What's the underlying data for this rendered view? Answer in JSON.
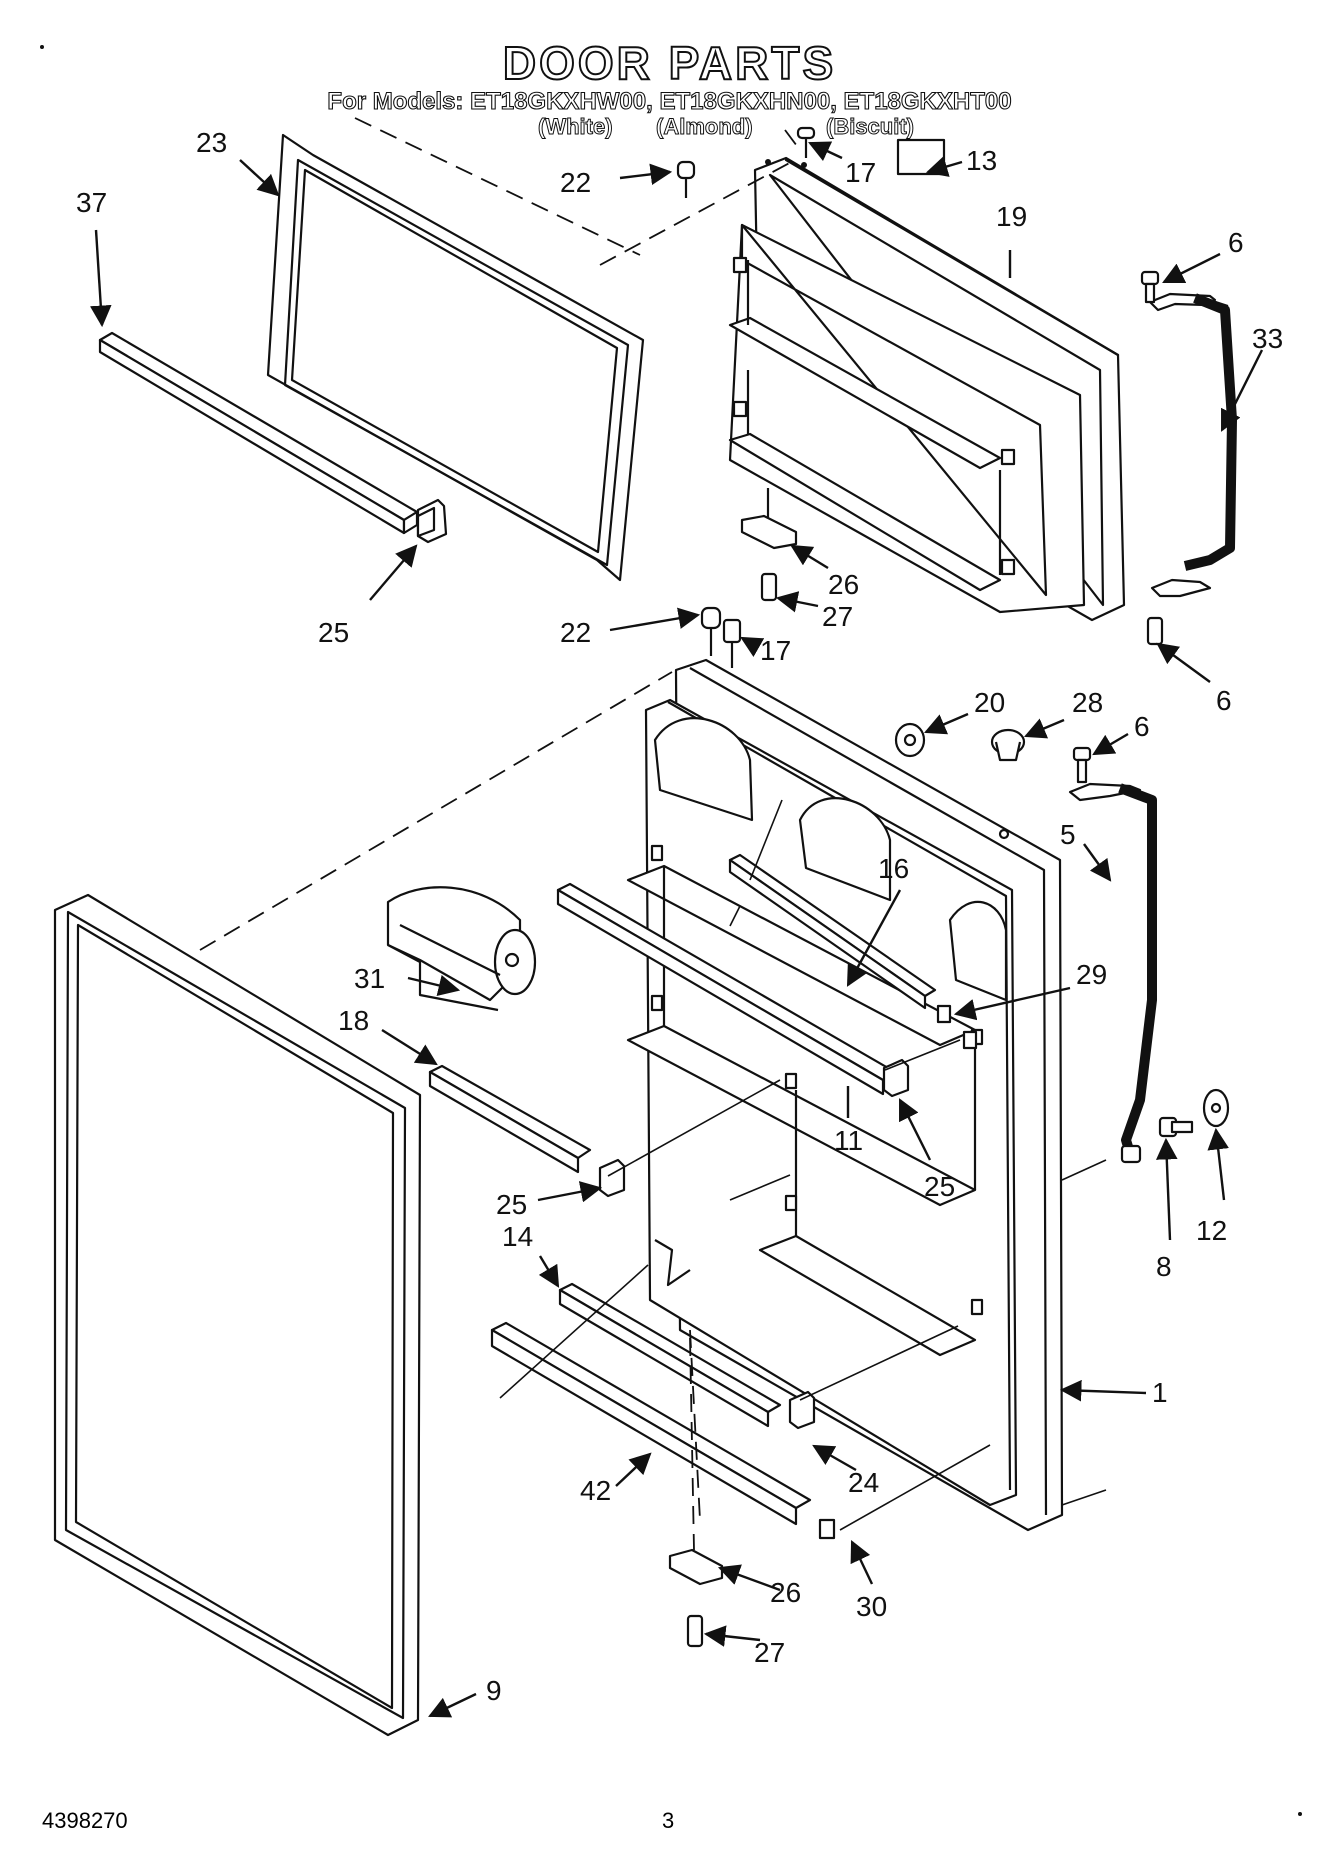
{
  "header": {
    "title": "DOOR PARTS",
    "models": "For Models: ET18GKXHW00, ET18GKXHN00, ET18GKXHT00",
    "colors": [
      "(White)",
      "(Almond)",
      "(Biscuit)"
    ]
  },
  "footer": {
    "doc_number": "4398270",
    "page_number": "3"
  },
  "callouts": [
    {
      "id": "23",
      "label": "23"
    },
    {
      "id": "37",
      "label": "37"
    },
    {
      "id": "22a",
      "label": "22"
    },
    {
      "id": "17a",
      "label": "17"
    },
    {
      "id": "13",
      "label": "13"
    },
    {
      "id": "19",
      "label": "19"
    },
    {
      "id": "6a",
      "label": "6"
    },
    {
      "id": "33",
      "label": "33"
    },
    {
      "id": "25a",
      "label": "25"
    },
    {
      "id": "26a",
      "label": "26"
    },
    {
      "id": "27a",
      "label": "27"
    },
    {
      "id": "22b",
      "label": "22"
    },
    {
      "id": "17b",
      "label": "17"
    },
    {
      "id": "6b",
      "label": "6"
    },
    {
      "id": "20",
      "label": "20"
    },
    {
      "id": "28",
      "label": "28"
    },
    {
      "id": "6c",
      "label": "6"
    },
    {
      "id": "5",
      "label": "5"
    },
    {
      "id": "16",
      "label": "16"
    },
    {
      "id": "31",
      "label": "31"
    },
    {
      "id": "29",
      "label": "29"
    },
    {
      "id": "18",
      "label": "18"
    },
    {
      "id": "25b",
      "label": "25"
    },
    {
      "id": "11",
      "label": "11"
    },
    {
      "id": "25c",
      "label": "25"
    },
    {
      "id": "8",
      "label": "8"
    },
    {
      "id": "12",
      "label": "12"
    },
    {
      "id": "14",
      "label": "14"
    },
    {
      "id": "1",
      "label": "1"
    },
    {
      "id": "24",
      "label": "24"
    },
    {
      "id": "42",
      "label": "42"
    },
    {
      "id": "26b",
      "label": "26"
    },
    {
      "id": "30",
      "label": "30"
    },
    {
      "id": "27b",
      "label": "27"
    },
    {
      "id": "9",
      "label": "9"
    }
  ]
}
